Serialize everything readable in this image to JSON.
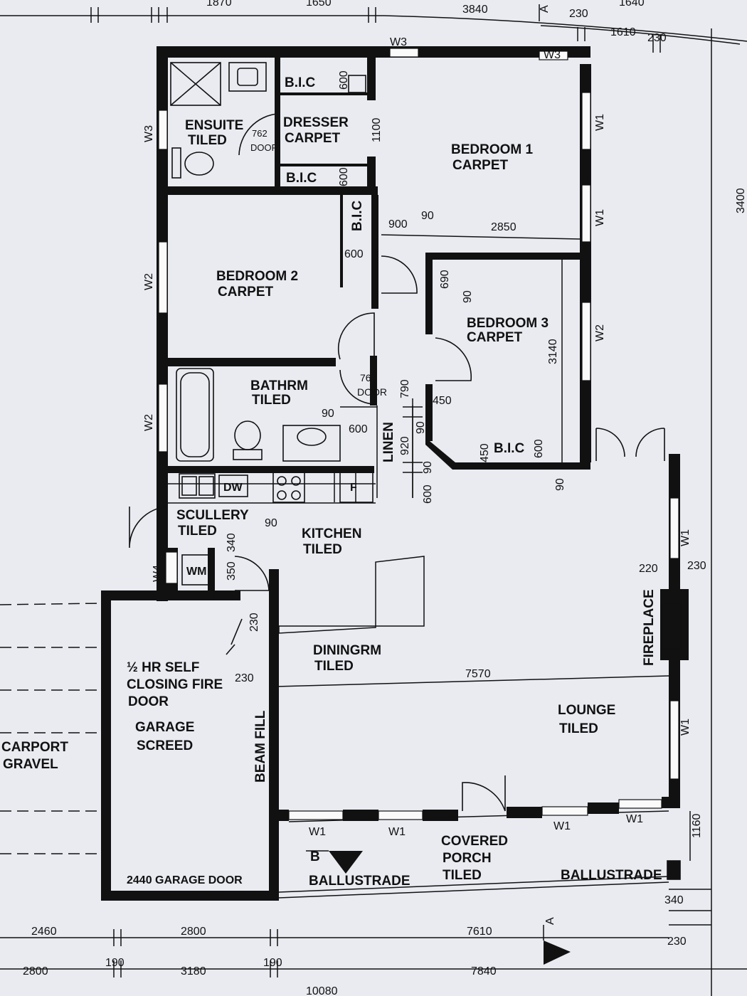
{
  "rooms": {
    "ensuite": [
      "ENSUITE",
      "TILED"
    ],
    "dresser": [
      "DRESSER",
      "CARPET"
    ],
    "bic_top": "B.I.C",
    "bic_mid": "B.I.C",
    "bic_bed2": "B.I.C",
    "bic_bed3": "B.I.C",
    "bedroom1": [
      "BEDROOM 1",
      "CARPET"
    ],
    "bedroom2": [
      "BEDROOM 2",
      "CARPET"
    ],
    "bedroom3": [
      "BEDROOM 3",
      "CARPET"
    ],
    "bathroom": [
      "BATHRM",
      "TILED"
    ],
    "linen": "LINEN",
    "scullery": [
      "SCULLERY",
      "TILED"
    ],
    "kitchen": [
      "KITCHEN",
      "TILED"
    ],
    "dining": [
      "DININGRM",
      "TILED"
    ],
    "lounge": [
      "LOUNGE",
      "TILED"
    ],
    "garage": [
      "GARAGE",
      "SCREED"
    ],
    "carport": [
      "CARPORT",
      "GRAVEL"
    ],
    "porch": [
      "COVERED",
      "PORCH",
      "TILED"
    ],
    "fireplace": "FIREPLACE",
    "fire_door": [
      "½ HR SELF",
      "CLOSING FIRE",
      "DOOR"
    ],
    "beam_fill": "BEAM FILL",
    "garage_door": "2440 GARAGE DOOR",
    "ballustrade_left": "BALLUSTRADE",
    "ballustrade_right": "BALLUSTRADE",
    "section_b": "B",
    "section_a_top": "A",
    "section_a_bottom": "A"
  },
  "fixtures": {
    "dishwasher": "DW",
    "fridge": "F",
    "washing_machine": "WM",
    "door_ensuite": [
      "762",
      "DOOR"
    ],
    "door_bath": [
      "762",
      "DOOR"
    ]
  },
  "windows": {
    "w3_ensuite": "W3",
    "w3_top_a": "W3",
    "w3_top_b": "W3",
    "w1_bed1_a": "W1",
    "w1_bed1_b": "W1",
    "w2_bed2": "W2",
    "w2_bed3": "W2",
    "w2_bath": "W2",
    "w4_scullery": "W4",
    "w1_east": "W1",
    "w1_lounge_e": "W1",
    "w1_front_1": "W1",
    "w1_front_2": "W1",
    "w1_front_3": "W1",
    "w1_front_4": "W1"
  },
  "dims": {
    "top_1870": "1870",
    "top_1650": "1650",
    "top_3840": "3840",
    "top_230": "230",
    "top_1610": "1610",
    "top_230b": "230",
    "top_1640": "1640",
    "right_3400": "3400",
    "bic_600a": "600",
    "bic_1100": "1100",
    "bic_600b": "600",
    "bed2_600": "600",
    "d_900": "900",
    "d_90a": "90",
    "d_2850": "2850",
    "d_690": "690",
    "d_90b": "90",
    "d_3140": "3140",
    "d_790": "790",
    "d_450a": "450",
    "d_90c": "90",
    "d_920": "920",
    "d_450b": "450",
    "d_600c": "600",
    "d_90d": "90",
    "d_600d": "600",
    "d_90e": "90",
    "d_600e": "600",
    "d_90f": "90",
    "d_340": "340",
    "d_350": "350",
    "d_90g": "90",
    "d_230a": "230",
    "d_230b": "230",
    "d_7570": "7570",
    "d_220": "220",
    "d_230c": "230",
    "d_1160": "1160",
    "d_340b": "340",
    "d_230d": "230",
    "bot_2460": "2460",
    "bot_2800a": "2800",
    "bot_7610": "7610",
    "bot_2800b": "2800",
    "bot_190a": "190",
    "bot_3180": "3180",
    "bot_190b": "190",
    "bot_7840": "7840",
    "bot_total": "10080"
  },
  "colors": {
    "paper": "#e9ebf1",
    "ink": "#111111"
  }
}
